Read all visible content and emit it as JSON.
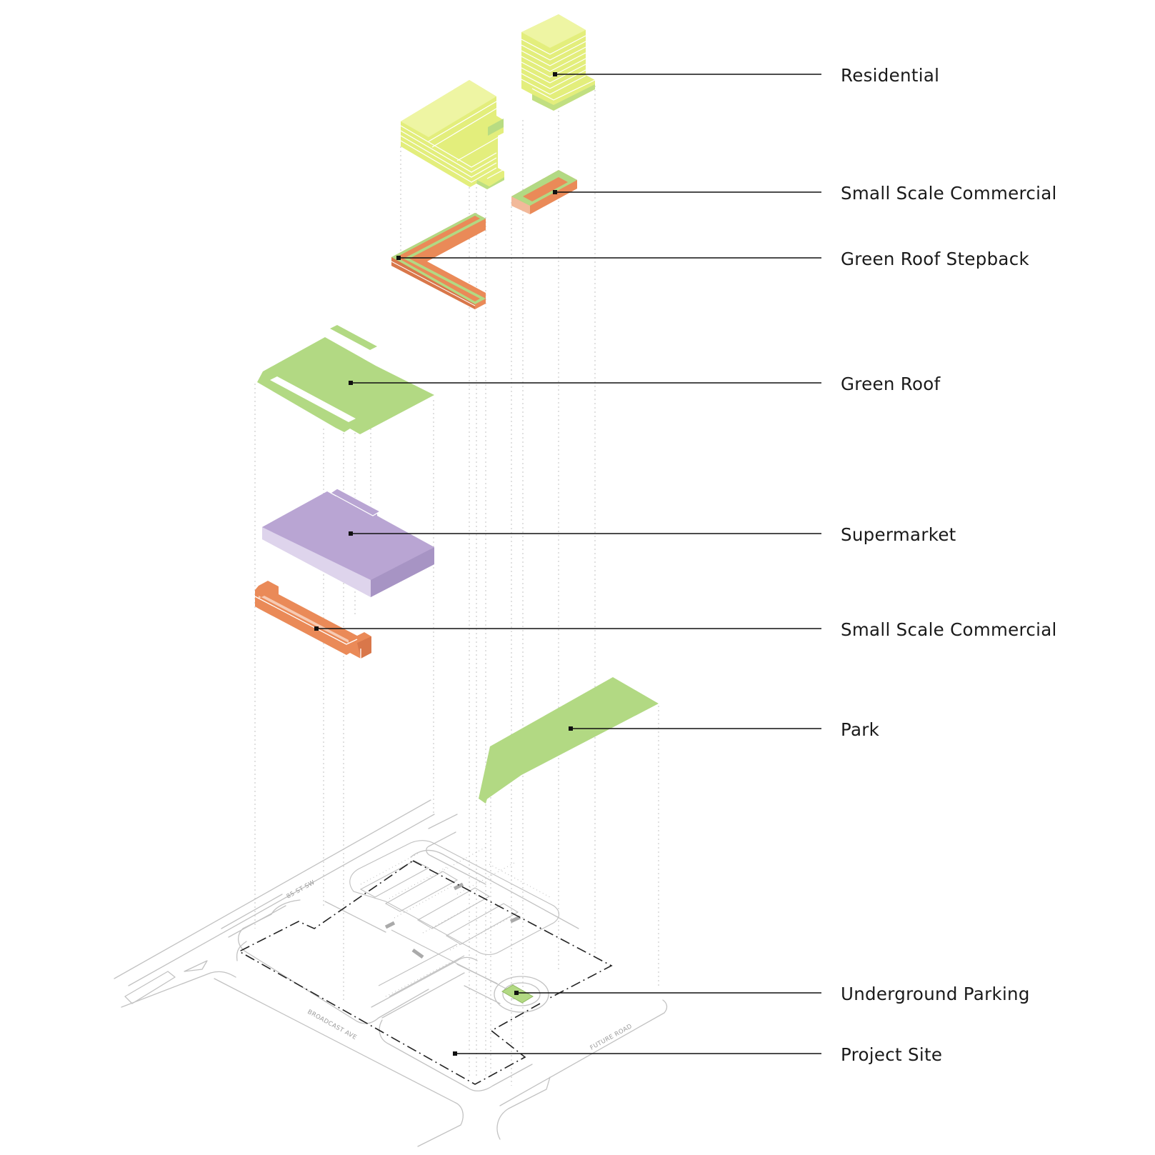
{
  "layers": [
    {
      "id": "residential",
      "label": "Residential",
      "color": "#e3ee7c"
    },
    {
      "id": "small-commercial-upper",
      "label": "Small Scale Commercial",
      "color": "#ea8a58"
    },
    {
      "id": "green-roof-stepback",
      "label": "Green Roof Stepback",
      "color": "#b2d983"
    },
    {
      "id": "green-roof",
      "label": "Green Roof",
      "color": "#b2d983"
    },
    {
      "id": "supermarket",
      "label": "Supermarket",
      "color": "#b9a5d3"
    },
    {
      "id": "small-commercial-lower",
      "label": "Small Scale Commercial",
      "color": "#ea8a58"
    },
    {
      "id": "park",
      "label": "Park",
      "color": "#b2d983"
    },
    {
      "id": "underground-parking",
      "label": "Underground Parking",
      "color": "#b2d983"
    },
    {
      "id": "project-site",
      "label": "Project Site",
      "color": "#222222"
    }
  ],
  "streets": {
    "north": "85 ST SW",
    "west": "BROADCAST AVE",
    "east": "FUTURE ROAD"
  }
}
